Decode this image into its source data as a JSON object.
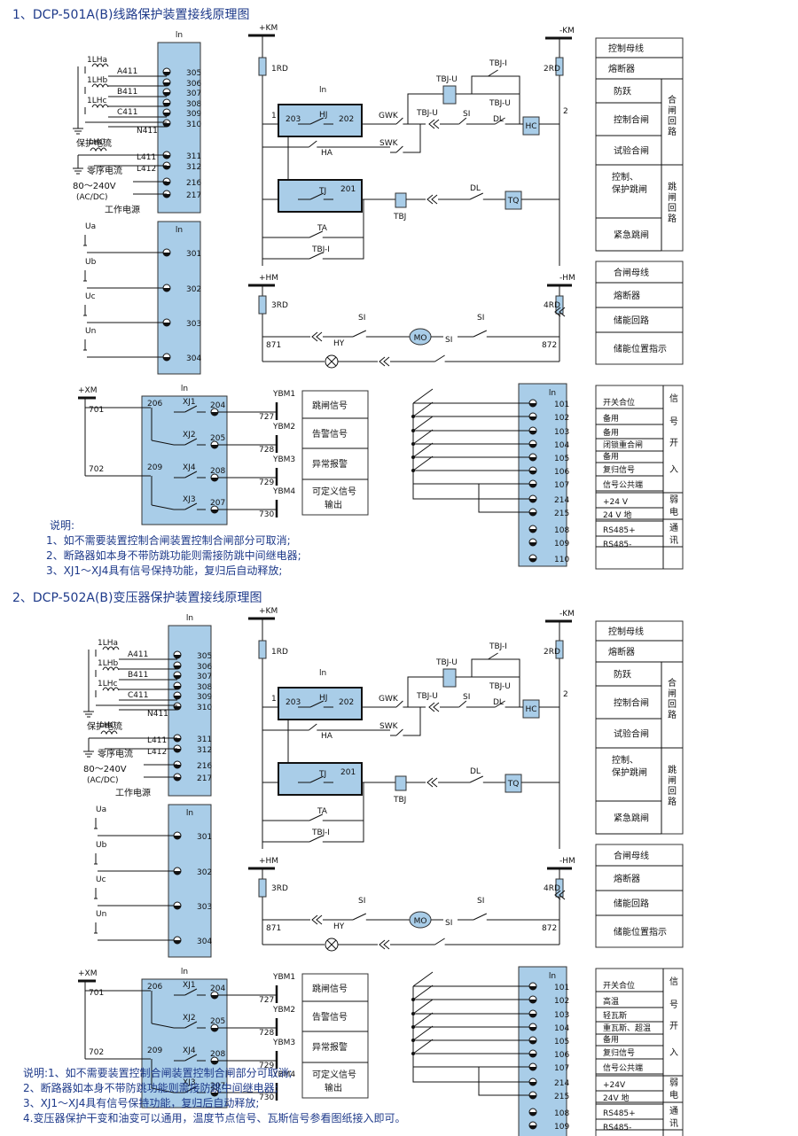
{
  "diagram1": {
    "title": "1、DCP-501A(B)线路保护装置接线原理图",
    "ct_panel": {
      "header": "ln",
      "inputs": [
        "1LHa",
        "1LHb",
        "1LHc"
      ],
      "phase_labels": [
        "A411",
        "B411",
        "C411",
        "N411"
      ],
      "terminals": [
        "305",
        "306",
        "307",
        "308",
        "309",
        "310"
      ],
      "protect_current": "保护电流",
      "lho": "LHO",
      "zero_labels": [
        "L411",
        "L412"
      ],
      "zero_terminals": [
        "311",
        "312"
      ],
      "zero_current": "零序电流",
      "power_range": "80～240V",
      "power_type": "(AC/DC)",
      "power_terminals": [
        "216",
        "217"
      ],
      "power_label": "工作电源"
    },
    "vt_panel": {
      "header": "ln",
      "labels": [
        "Ua",
        "Ub",
        "Uc",
        "Un"
      ],
      "terminals": [
        "301",
        "302",
        "303",
        "304"
      ]
    },
    "ctrl": {
      "km_pos": "+KM",
      "km_neg": "-KM",
      "fuse1": "1RD",
      "fuse2": "2RD",
      "ln": "ln",
      "node1": "1",
      "node2": "2",
      "hj_terms": [
        "203",
        "HJ",
        "202"
      ],
      "tj_terms": [
        "TJ",
        "201"
      ],
      "ha": "HA",
      "gwk": "GWK",
      "swk": "SWK",
      "tbju": "TBJ-U",
      "tbji": "TBJ-I",
      "tbju2": "TBJ-U",
      "si": "SI",
      "dl": "DL",
      "hc": "HC",
      "tbj": "TBJ",
      "dl2": "DL",
      "tq": "TQ",
      "ta": "TA",
      "tbji2": "TBJ-I"
    },
    "ctrl_legend": [
      "控制母线",
      "熔断器",
      "防跃",
      "控制合闸",
      "试验合闸",
      "控制、保护跳闸",
      "紧急跳闸"
    ],
    "ctrl_groups": [
      "合闸回路",
      "跳闸回路"
    ],
    "store": {
      "hm_pos": "+HM",
      "hm_neg": "-HM",
      "fuse3": "3RD",
      "fuse4": "4RD",
      "si1": "SI",
      "si2": "SI",
      "si3": "SI",
      "hy": "HY",
      "mo": "MO",
      "n871": "871",
      "n872": "872"
    },
    "store_legend": [
      "合闸母线",
      "熔断器",
      "储能回路",
      "储能位置指示"
    ],
    "signal": {
      "xm": "+XM",
      "ln": "ln",
      "n701": "701",
      "n702": "702",
      "relays": [
        "XJ1",
        "XJ2",
        "XJ4",
        "XJ3"
      ],
      "terms_left": [
        "206",
        "209"
      ],
      "terms_right": [
        "204",
        "205",
        "208",
        "207"
      ],
      "outs": [
        "727",
        "728",
        "729",
        "730"
      ],
      "ybm": [
        "YBM1",
        "YBM2",
        "YBM3",
        "YBM4"
      ],
      "legend": [
        "跳闸信号",
        "告警信号",
        "异常报警",
        "可定义信号输出"
      ]
    },
    "io": {
      "header": "ln",
      "terminals": [
        "101",
        "102",
        "103",
        "104",
        "105",
        "106",
        "107",
        "214",
        "215",
        "108",
        "109",
        "110"
      ],
      "labels": [
        "开关合位",
        "备用",
        "备用",
        "闭锁重合闸",
        "备用",
        "复归信号",
        "信号公共端",
        "+24 V",
        "24 V 地",
        "RS485+",
        "RS485-"
      ],
      "groups": [
        "信号开入",
        "弱电",
        "通讯"
      ]
    },
    "notes": [
      "说明:",
      "1、如不需要装置控制合闸装置控制合闸部分可取消;",
      "2、断路器如本身不带防跳功能则需接防跳中间继电器;",
      "3、XJ1～XJ4具有信号保持功能，复归后自动释放;"
    ]
  },
  "diagram2": {
    "title": "2、DCP-502A(B)变压器保护装置接线原理图",
    "io_labels": [
      "开关合位",
      "高温",
      "轻瓦斯",
      "重瓦斯、超温",
      "备用",
      "复归信号",
      "信号公共端",
      "+24V",
      "24V 地",
      "RS485+",
      "RS485-"
    ],
    "notes": [
      "说明:1、如不需要装置控制合闸装置控制合闸部分可取消;",
      "2、断路器如本身不带防跳功能则需接防跳中间继电器;",
      "3、XJ1～XJ4具有信号保持功能，复归后自动释放;",
      "4.变压器保护干变和油变可以通用，温度节点信号、瓦斯信号参看图纸接入即可。"
    ]
  },
  "colors": {
    "terminal_block": "#a9cde8",
    "title": "#1e3a8a",
    "line": "#111111"
  }
}
